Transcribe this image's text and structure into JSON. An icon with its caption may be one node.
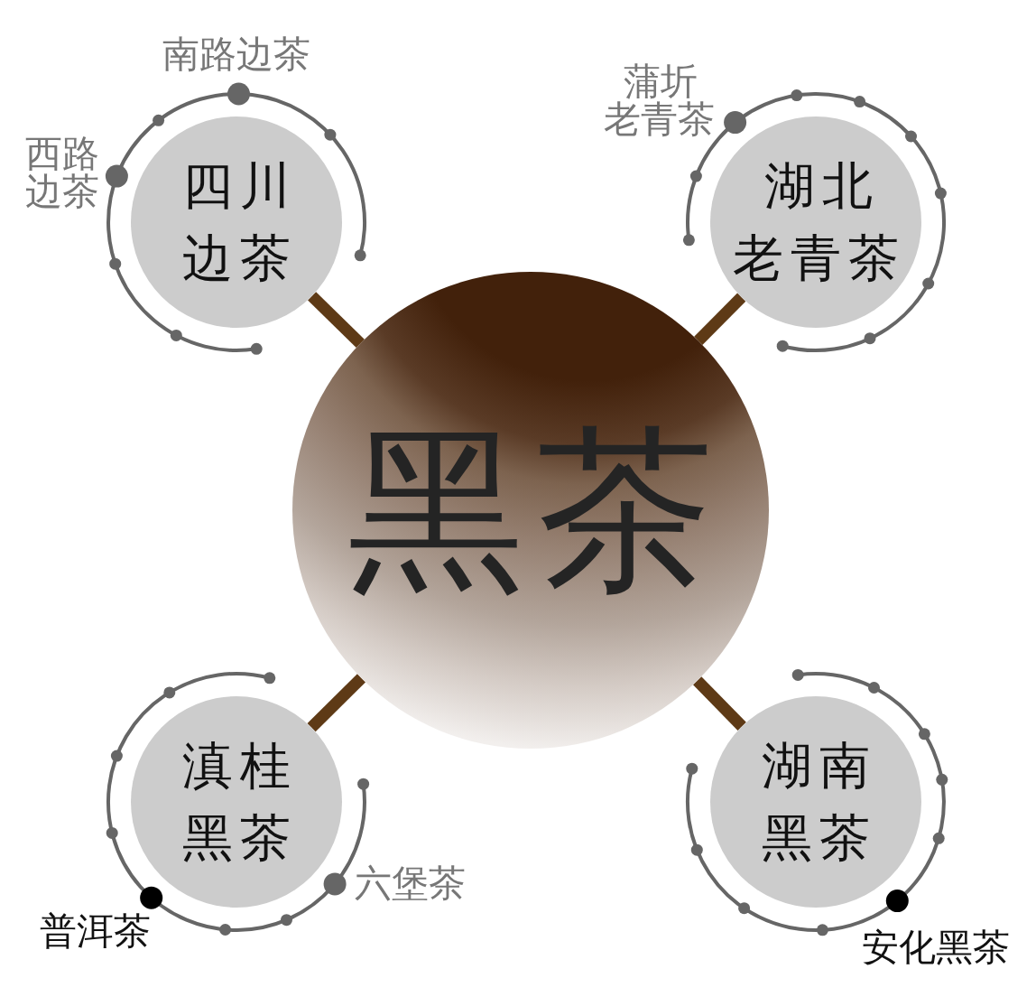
{
  "diagram": {
    "nodes": [
      {
        "text": [
          "黑茶"
        ]
      },
      {
        "text": [
          "四川边茶"
        ],
        "beside": [
          "南路边茶",
          "西路边茶"
        ]
      },
      {
        "text": [
          "湖北老青茶"
        ],
        "beside": [
          "蒲圻老青茶"
        ]
      },
      {
        "text": [
          "滇桂黑茶"
        ],
        "beside": [
          "六堡茶",
          "普洱茶"
        ]
      },
      {
        "text": [
          "湖南黑茶"
        ],
        "beside": [
          "安化黑茶"
        ]
      }
    ],
    "edges": [
      {
        "from": 0,
        "to": 1,
        "arrow": "none"
      },
      {
        "from": 0,
        "to": 2,
        "arrow": "none"
      },
      {
        "from": 0,
        "to": 3,
        "arrow": "none"
      },
      {
        "from": 0,
        "to": 4,
        "arrow": "none"
      }
    ]
  }
}
